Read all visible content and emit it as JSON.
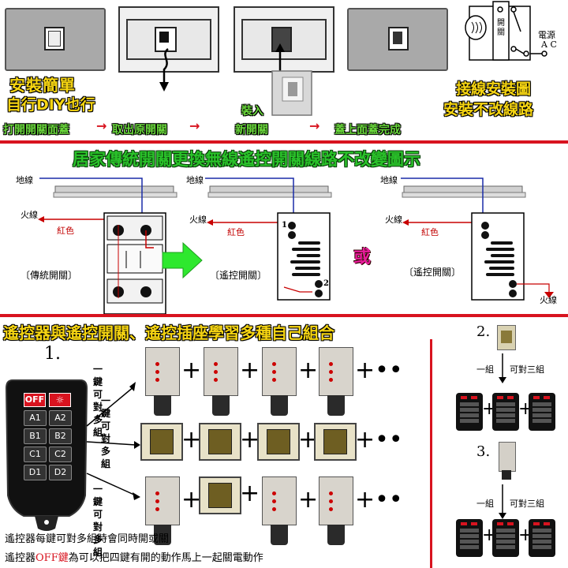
{
  "top": {
    "left_caption_1": "安裝簡單",
    "left_caption_2": "自行DIY也行",
    "right_caption_1": "接線安裝圖",
    "right_caption_2": "安裝不改線路",
    "step_1": "打開開關面蓋",
    "step_2": "取出原開關",
    "step_3_top": "裝入",
    "step_3": "新開關",
    "step_4": "蓋上面蓋完成",
    "arrow": "→",
    "wiring_switch_label": "開關",
    "wiring_power_label": "電源",
    "wiring_ac_label": "A C"
  },
  "middle": {
    "title": "居家傳統開關更換無線遙控開關線路不改變圖示",
    "ground_label": "地線",
    "live_label": "火線",
    "red_label": "紅色",
    "traditional_switch": "〔傳統開關〕",
    "remote_switch": "〔遙控開關〕",
    "or_label": "或",
    "num_1": "1",
    "num_2": "2"
  },
  "bottom": {
    "title": "遙控器與遙控開關、遙控插座學習多種自己組合",
    "step_1": "1.",
    "step_2": "2.",
    "step_3": "3.",
    "one_key_1": "一鍵",
    "can_match_1": "可對",
    "multi_group_1": "多組",
    "plus": "+",
    "dots": "••",
    "one_group": "一組",
    "can_match_three": "可對三組",
    "note_1": "遙控器每鍵可對多組時會同時開或關",
    "note_2_pre": "遙控器",
    "note_2_off": "OFF鍵",
    "note_2_post": "為可以把四鍵有開的動作馬上一起關電動作"
  },
  "remote": {
    "off_label": "OFF",
    "light_icon": "☼",
    "keys": [
      "A1",
      "A2",
      "B1",
      "B2",
      "C1",
      "C2",
      "D1",
      "D2"
    ]
  },
  "colors": {
    "red_divider": "#d8131f",
    "yellow_text": "#f6d512",
    "green_text": "#6ad83c",
    "title_green": "#1a8a1a",
    "arrow_green": "#2ee82e"
  }
}
